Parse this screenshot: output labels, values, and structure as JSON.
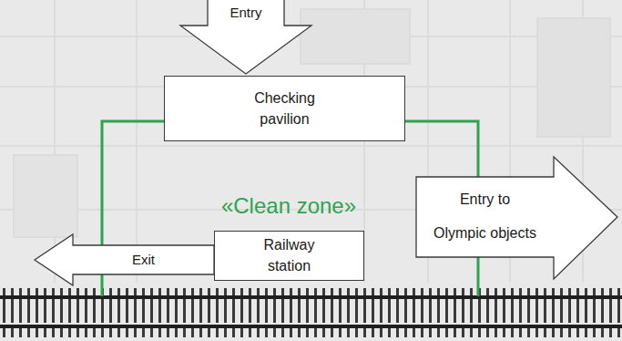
{
  "diagram": {
    "nodes": [
      {
        "text": [
          "Entry"
        ]
      },
      {
        "text": [
          "Checking pavilion"
        ]
      },
      {
        "text": [
          "Entry to Olympic objects"
        ]
      },
      {
        "text": [
          "Railway station"
        ]
      },
      {
        "text": [
          "Exit"
        ]
      }
    ],
    "labels": [
      "«Clean zone»"
    ]
  }
}
